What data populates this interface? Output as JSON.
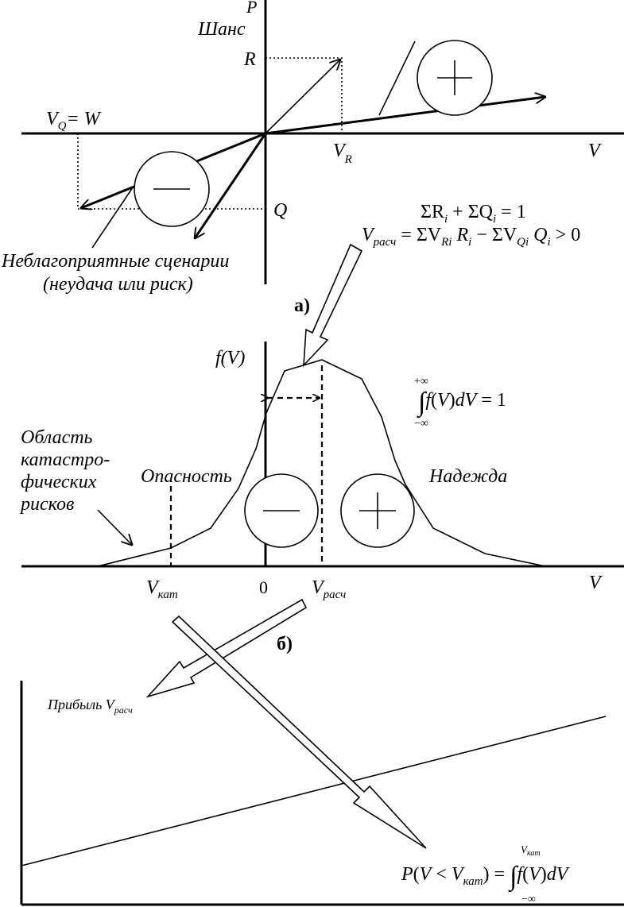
{
  "panel_a": {
    "label": "а)",
    "axis_p": "P",
    "chance": "Шанс",
    "r": "R",
    "vq_w": "= W",
    "v_r": "V",
    "v_r_sub": "R",
    "v_axis": "V",
    "q": "Q",
    "plus_symbol": "+",
    "minus_symbol": "—",
    "unfavorable_line1": "Неблагоприятные сценарии",
    "unfavorable_line2": "(неудача или риск)",
    "formula_sum": "ΣRi + ΣQi = 1",
    "formula_vcalc": "Vрасч = ΣVRi Ri − ΣVQi Qi > 0"
  },
  "panel_b": {
    "label": "б)",
    "fv": "f(V)",
    "integral_formula": "∫ f(V)dV = 1",
    "integral_upper": "+∞",
    "integral_lower": "−∞",
    "catastrophic_line1": "Область",
    "catastrophic_line2": "катастро-",
    "catastrophic_line3": "фических",
    "catastrophic_line4": "рисков",
    "danger": "Опасность",
    "hope": "Надежда",
    "v_kat": "Vкат",
    "zero": "0",
    "v_rasch": "Vрасч",
    "v_axis": "V"
  },
  "panel_c": {
    "profit": "Прибыль Vрасч",
    "probability_formula": "P(V < Vкат) = ∫ f(V)dV",
    "integral_upper": "Vкат",
    "integral_lower": "−∞"
  },
  "colors": {
    "ink": "#000000",
    "background": "#ffffff"
  }
}
